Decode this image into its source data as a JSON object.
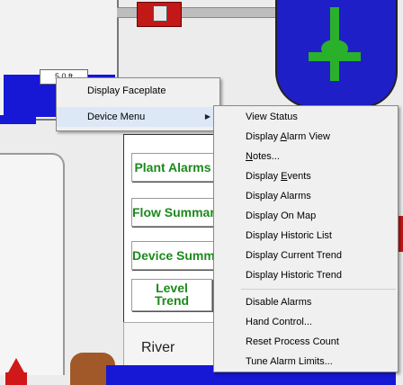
{
  "process": {
    "tank_level": "5.0 ft",
    "panel_buttons": [
      "Plant Alarms",
      "Flow Summary",
      "Device Summary"
    ],
    "level_trend_lines": [
      "Level",
      "Trend"
    ],
    "river_label": "River"
  },
  "context_menu": {
    "items": [
      "Display Faceplate",
      "Device Menu"
    ]
  },
  "device_menu": {
    "view_status": "View Status",
    "alarm_view": {
      "pre": "Display ",
      "u": "A",
      "post": "larm View"
    },
    "notes": {
      "u": "N",
      "post": "otes..."
    },
    "events": {
      "pre": "Display ",
      "u": "E",
      "post": "vents"
    },
    "alarms": "Display Alarms",
    "on_map": "Display On Map",
    "historic_list": "Display Historic List",
    "current_trend": "Display Current Trend",
    "historic_trend": "Display Historic Trend",
    "disable_alarms": "Disable Alarms",
    "hand_control": "Hand Control...",
    "reset_count": "Reset Process Count",
    "tune_alarm": "Tune Alarm Limits..."
  }
}
